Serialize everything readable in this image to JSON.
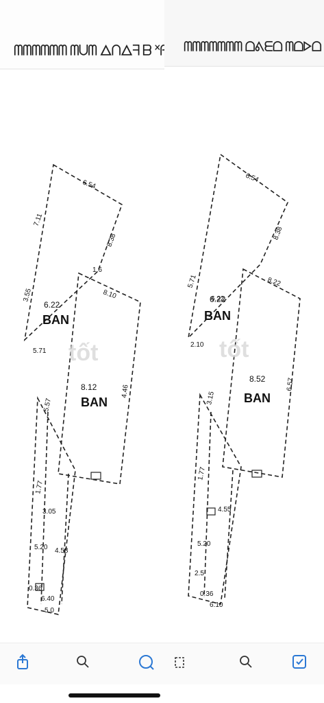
{
  "left": {
    "header_text": "ᗰᗰᗰᗰᗰᗰ ᗰᑌᗰ ᐃᑎᐃᖷ ᗷ ᕽᑭᕋ",
    "plan": {
      "dimensions": [
        "6.54",
        "7.11",
        "8.38",
        "1.6",
        "6.22",
        "3.55",
        "8.10",
        "5.71",
        "8.12",
        "4.46",
        "5.57",
        "1.77",
        "3.05",
        "5.20",
        "4.58",
        "0.36",
        "6.40",
        "5.0"
      ],
      "room_a_value": "6.22",
      "room_a_label": "BAN",
      "room_b_value": "8.12",
      "room_b_label": "BAN",
      "watermark": "tốt"
    },
    "toolbar": {
      "share": "share-icon",
      "search": "search-icon",
      "favorite": "favorite-icon"
    }
  },
  "right": {
    "header_text": "ᗰᗰᗰᗰᗰᗰᗰ ᗝᕕᗴᗝ ᗰᗝᐅᗝ ᗝᑎᐞ",
    "plan": {
      "dimensions": [
        "6.54",
        "8.38",
        "6.22",
        "2.10",
        "8.52",
        "5.71",
        "8.22",
        "6.57",
        "3.15",
        "1.77",
        "4.55",
        "5.20",
        "2.5",
        "0.36",
        "6.10"
      ],
      "room_a_value": "6.22",
      "room_a_label": "BAN",
      "room_b_value": "8.52",
      "room_b_label": "BAN",
      "watermark": "tốt"
    },
    "toolbar": {
      "copy": "copy-icon",
      "search": "search-icon",
      "save": "save-icon"
    }
  }
}
